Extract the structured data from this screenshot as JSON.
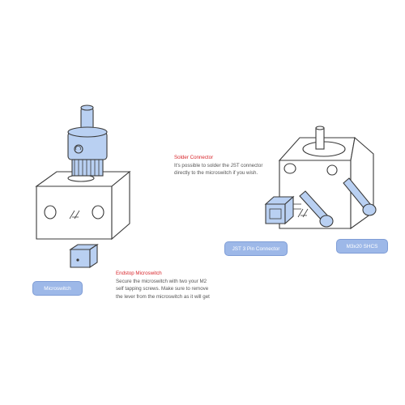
{
  "callouts": {
    "solder": {
      "title": "Solder Connector",
      "lines": [
        "It's possible to solder the JST connector",
        "directly to the microswitch if you wish."
      ]
    },
    "endstop": {
      "title": "Endstop Microswitch",
      "lines": [
        "Secure the microswitch with two your M2",
        "self tapping screws. Make sure to remove",
        "the lever from the microswitch as it will get"
      ]
    }
  },
  "labels": {
    "microswitch": "Microswitch",
    "jst": "JST 3 Pin Connector",
    "shcs": "M3x20 SHCS"
  },
  "colors": {
    "accent_red": "#d8262c",
    "part_blue": "#b9d0f2",
    "label_blue": "#9db8e8"
  },
  "icons": {
    "logo": "prusa-mark-icon"
  }
}
